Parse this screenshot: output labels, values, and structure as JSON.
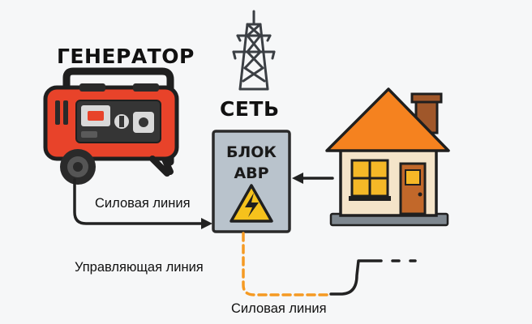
{
  "labels": {
    "generator": "ГЕНЕРАТОР",
    "grid": "СЕТЬ",
    "abr_line1": "БЛОК",
    "abr_line2": "АВР",
    "power_line_top": "Силовая линия",
    "control_line": "Управляющая линия",
    "power_line_bottom": "Силовая линия"
  },
  "colors": {
    "generator_body": "#e8432a",
    "house_roof": "#f5821f",
    "house_wall": "#f4e4c9",
    "window": "#f5b827",
    "abr_box": "#b9c3cc",
    "warning": "#f6c21c",
    "control_line": "#f59a23",
    "line": "#222222"
  },
  "icons": [
    "power-tower-icon",
    "generator-icon",
    "house-icon",
    "high-voltage-warning-icon"
  ]
}
